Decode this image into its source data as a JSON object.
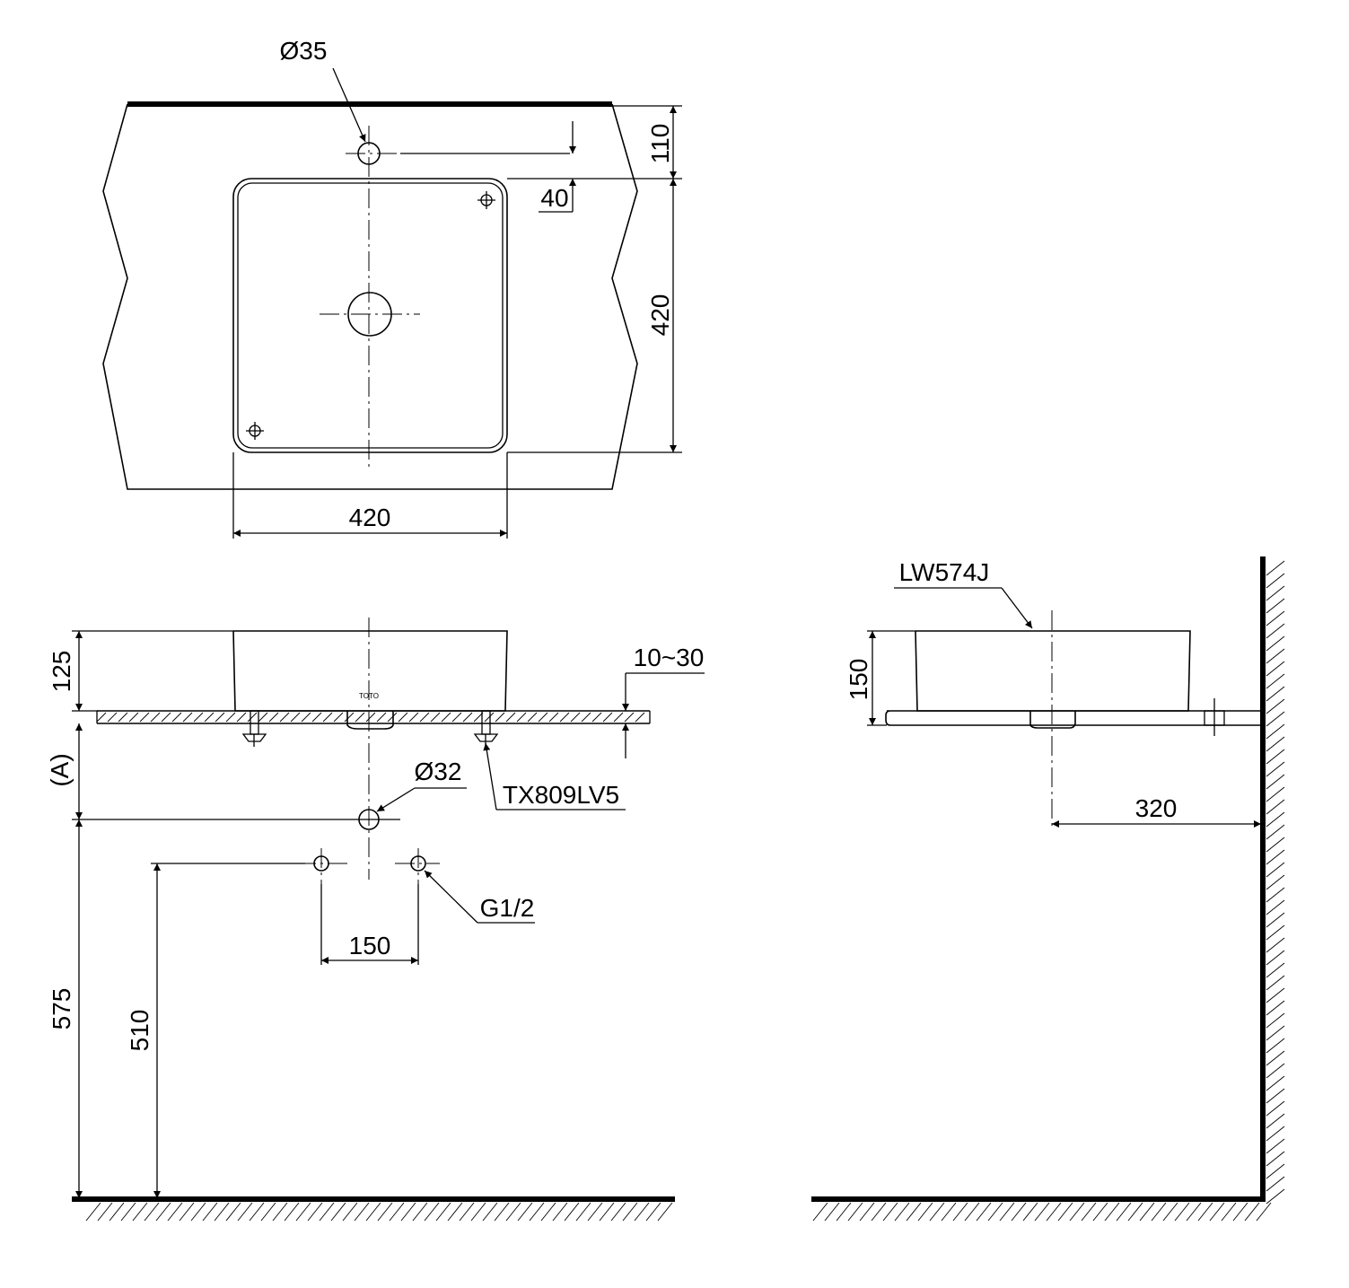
{
  "plan_view": {
    "faucet_hole_diameter": "Ø35",
    "dim_faucet_offset": "110",
    "dim_rim_gap": "40",
    "dim_basin_depth": "420",
    "dim_basin_width": "420"
  },
  "front_view": {
    "dim_basin_height": "125",
    "dim_counter_thickness": "10~30",
    "dim_a": "(A)",
    "drain_diameter": "Ø32",
    "fixing_kit": "TX809LV5",
    "brand_mark": "TOTO",
    "supply_thread": "G1/2",
    "dim_supply_spacing": "150",
    "dim_drain_height": "575",
    "dim_supply_height": "510"
  },
  "side_view": {
    "model": "LW574J",
    "dim_basin_height": "150",
    "dim_wall_distance": "320"
  }
}
